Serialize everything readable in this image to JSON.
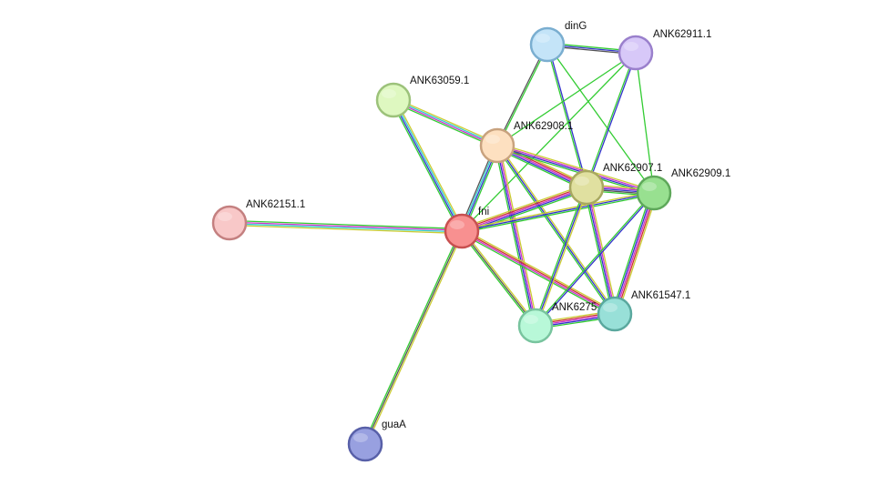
{
  "network": {
    "nodes": [
      {
        "id": "dinG",
        "label": "dinG",
        "fill": "#c4e4f8",
        "stroke": "#7aaed0"
      },
      {
        "id": "ANK62911.1",
        "label": "ANK62911.1",
        "fill": "#d7c8f8",
        "stroke": "#9a80cc"
      },
      {
        "id": "ANK63059.1",
        "label": "ANK63059.1",
        "fill": "#def8c0",
        "stroke": "#9cc27a"
      },
      {
        "id": "ANK62908.1",
        "label": "ANK62908.1",
        "fill": "#fde0c0",
        "stroke": "#c8a27e"
      },
      {
        "id": "ANK62907.1",
        "label": "ANK62907.1",
        "fill": "#e0e0a0",
        "stroke": "#a8a860"
      },
      {
        "id": "ANK62909.1",
        "label": "ANK62909.1",
        "fill": "#98e090",
        "stroke": "#5ea85a"
      },
      {
        "id": "ANK62151.1",
        "label": "ANK62151.1",
        "fill": "#f8c8c8",
        "stroke": "#c48080"
      },
      {
        "id": "fni",
        "label": "fni",
        "fill": "#f89090",
        "stroke": "#c85050"
      },
      {
        "id": "ANK6275x",
        "label": "ANK6275",
        "fill": "#b8f8d8",
        "stroke": "#78c49e"
      },
      {
        "id": "ANK61547.1",
        "label": "ANK61547.1",
        "fill": "#98e0d8",
        "stroke": "#5aa89e"
      },
      {
        "id": "guaA",
        "label": "guaA",
        "fill": "#98a0e0",
        "stroke": "#5860a8"
      }
    ],
    "edges": [
      {
        "source": "dinG",
        "target": "ANK62911.1",
        "colors": [
          "#33cc33",
          "#3333cc",
          "#555555"
        ]
      },
      {
        "source": "dinG",
        "target": "ANK62908.1",
        "colors": [
          "#33cc33",
          "#555555"
        ]
      },
      {
        "source": "dinG",
        "target": "ANK62907.1",
        "colors": [
          "#3333cc",
          "#33cc33"
        ]
      },
      {
        "source": "dinG",
        "target": "ANK62909.1",
        "colors": [
          "#33cc33"
        ]
      },
      {
        "source": "ANK62911.1",
        "target": "ANK62908.1",
        "colors": [
          "#33cc33"
        ]
      },
      {
        "source": "ANK62911.1",
        "target": "ANK62907.1",
        "colors": [
          "#3333cc",
          "#33cc33"
        ]
      },
      {
        "source": "ANK62911.1",
        "target": "ANK62909.1",
        "colors": [
          "#33cc33"
        ]
      },
      {
        "source": "ANK62911.1",
        "target": "fni",
        "colors": [
          "#33cc33"
        ]
      },
      {
        "source": "ANK63059.1",
        "target": "ANK62908.1",
        "colors": [
          "#cccc33",
          "#33cccc",
          "#cc33cc",
          "#33cc33"
        ]
      },
      {
        "source": "ANK63059.1",
        "target": "fni",
        "colors": [
          "#cccc33",
          "#33cccc",
          "#3333cc",
          "#33cc33"
        ]
      },
      {
        "source": "ANK62908.1",
        "target": "fni",
        "colors": [
          "#33cc33",
          "#3333cc",
          "#33cccc",
          "#555555"
        ]
      },
      {
        "source": "ANK62908.1",
        "target": "ANK62907.1",
        "colors": [
          "#cccc33",
          "#cc3333",
          "#cc33cc",
          "#3333cc",
          "#33cc33"
        ]
      },
      {
        "source": "ANK62908.1",
        "target": "ANK62909.1",
        "colors": [
          "#cccc33",
          "#cc33cc",
          "#3333cc",
          "#33cc33"
        ]
      },
      {
        "source": "ANK62908.1",
        "target": "ANK6275x",
        "colors": [
          "#cccc33",
          "#cc33cc",
          "#3333cc",
          "#33cc33"
        ]
      },
      {
        "source": "ANK62908.1",
        "target": "ANK61547.1",
        "colors": [
          "#cccc33",
          "#3333cc",
          "#33cc33"
        ]
      },
      {
        "source": "fni",
        "target": "ANK62151.1",
        "colors": [
          "#cccc33",
          "#33cccc",
          "#cc33cc",
          "#33cc33"
        ]
      },
      {
        "source": "fni",
        "target": "guaA",
        "colors": [
          "#cccc33",
          "#555555",
          "#33cc33"
        ]
      },
      {
        "source": "fni",
        "target": "ANK62907.1",
        "colors": [
          "#cccc33",
          "#cc3333",
          "#cc33cc",
          "#3333cc",
          "#33cc33"
        ]
      },
      {
        "source": "fni",
        "target": "ANK62909.1",
        "colors": [
          "#cccc33",
          "#3333cc",
          "#33cc33"
        ]
      },
      {
        "source": "fni",
        "target": "ANK6275x",
        "colors": [
          "#cccc33",
          "#555555",
          "#33cc33"
        ]
      },
      {
        "source": "fni",
        "target": "ANK61547.1",
        "colors": [
          "#cccc33",
          "#cc3333",
          "#cc33cc",
          "#33cc33"
        ]
      },
      {
        "source": "ANK62907.1",
        "target": "ANK62909.1",
        "colors": [
          "#cccc33",
          "#cc33cc",
          "#3333cc",
          "#555555",
          "#33cc33"
        ]
      },
      {
        "source": "ANK62907.1",
        "target": "ANK6275x",
        "colors": [
          "#cccc33",
          "#3333cc",
          "#33cc33"
        ]
      },
      {
        "source": "ANK62907.1",
        "target": "ANK61547.1",
        "colors": [
          "#cccc33",
          "#cc33cc",
          "#3333cc",
          "#33cc33"
        ]
      },
      {
        "source": "ANK62909.1",
        "target": "ANK6275x",
        "colors": [
          "#3333cc",
          "#33cc33"
        ]
      },
      {
        "source": "ANK62909.1",
        "target": "ANK61547.1",
        "colors": [
          "#cccc33",
          "#cc3333",
          "#cc33cc",
          "#3333cc",
          "#33cc33"
        ]
      },
      {
        "source": "ANK6275x",
        "target": "ANK61547.1",
        "colors": [
          "#cccc33",
          "#cc3333",
          "#cc33cc",
          "#3333cc",
          "#33cc33"
        ]
      }
    ]
  }
}
